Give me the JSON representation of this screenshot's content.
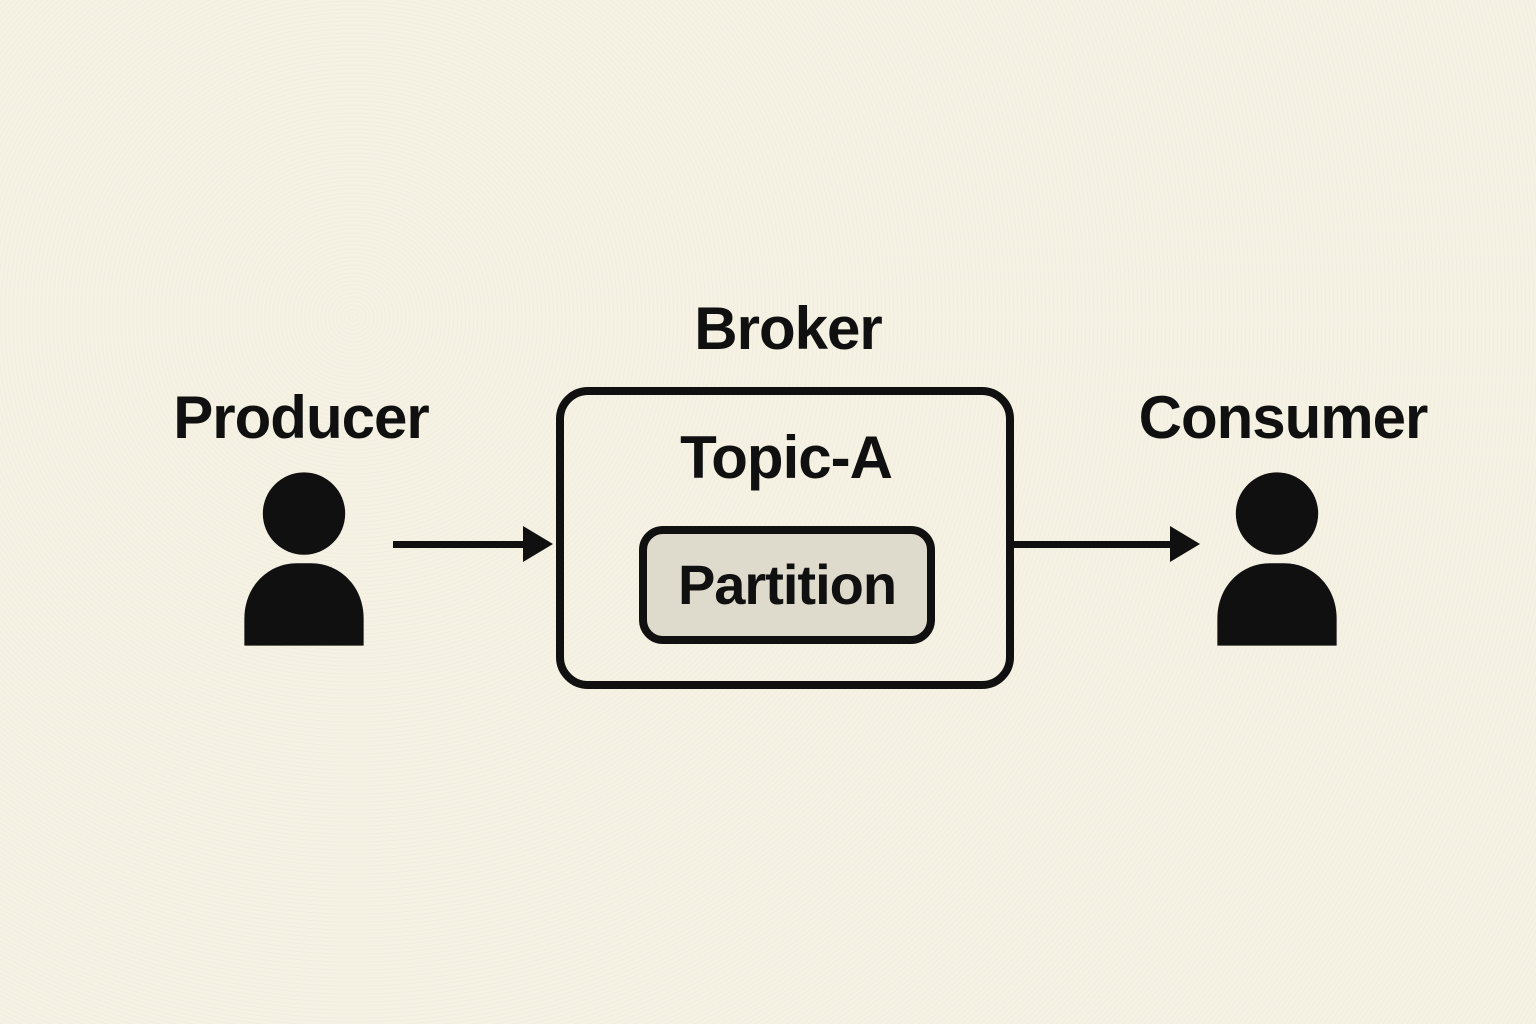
{
  "diagram": {
    "type": "architecture-flow",
    "colors": {
      "background": "#f5f1e3",
      "ink": "#101010",
      "partition_fill": "#dedacc"
    },
    "nodes": {
      "producer": {
        "label": "Producer",
        "icon": "person-icon"
      },
      "broker": {
        "label": "Broker"
      },
      "topic": {
        "label": "Topic-A"
      },
      "partition": {
        "label": "Partition"
      },
      "consumer": {
        "label": "Consumer",
        "icon": "person-icon"
      }
    },
    "edges": [
      {
        "from": "Producer",
        "to": "Broker",
        "style": "solid-arrow-right"
      },
      {
        "from": "Broker",
        "to": "Consumer",
        "style": "solid-arrow-right"
      }
    ]
  }
}
